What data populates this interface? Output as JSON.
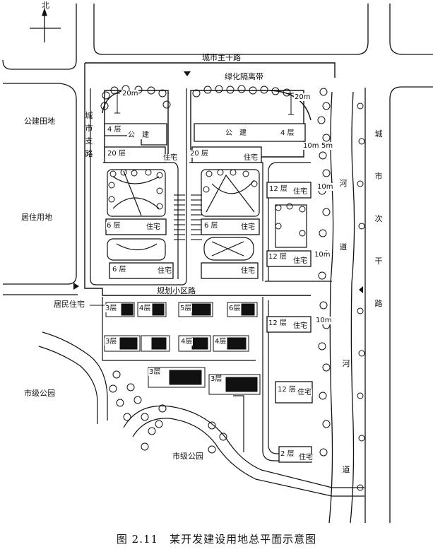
{
  "north": "北",
  "roads": {
    "main_trunk": "城市主干路",
    "branch_vertical": "城\n市\n支\n路",
    "secondary_trunk_vertical": "城\n市\n次\n干\n路",
    "planned_district_road": "规划小区路"
  },
  "green_belt": "绿化隔离带",
  "river_vertical": "河\n道",
  "land_use": {
    "public_field": "公建田地",
    "residential_land": "居住用地",
    "city_park_left": "市级公园",
    "city_park_bottom": "市级公园",
    "resident_housing": "居民住宅"
  },
  "dimensions": {
    "d20m_a": "20m",
    "d20m_b": "20m",
    "d10m_a": "10m",
    "d5m": "5m",
    "d10m_b": "10m",
    "d10m_c": "10m",
    "d10m_d": "10m"
  },
  "buildings": {
    "gj_left_floors": "4 层",
    "gj_left_use": "公　建",
    "gj_right_use": "公　建",
    "gj_right_floors": "4 层",
    "r20_left": "20 层",
    "r20_left_use": "住宅",
    "r20_right": "20 层",
    "r20_right_use": "住宅",
    "r6_left": "6 层",
    "r6_left_use": "住宅",
    "r6_mid": "6 层",
    "r6_mid_use": "住宅",
    "r6_bottom": "6 层",
    "r6_bottom_use": "住宅",
    "r6_bottom_right_use": "住宅",
    "r12_a": "12 层",
    "r12_a_use": "住宅",
    "r12_b": "12 层",
    "r12_b_use": "住宅",
    "r12_c": "12 层",
    "r12_c_use": "住宅",
    "r12_d": "12 层",
    "r12_d_use": "住宅",
    "r2": "2 层",
    "r2_use": "住宅",
    "v3_a": "3层",
    "v4_a": "4层",
    "v5_a": "5层",
    "v6_a": "6层",
    "v3_b": "3层",
    "v4_b": "4层",
    "v4_c": "4层",
    "v3_c": "3层",
    "v3_d": "3层"
  },
  "caption": "图 2.11　某开发建设用地总平面示意图"
}
